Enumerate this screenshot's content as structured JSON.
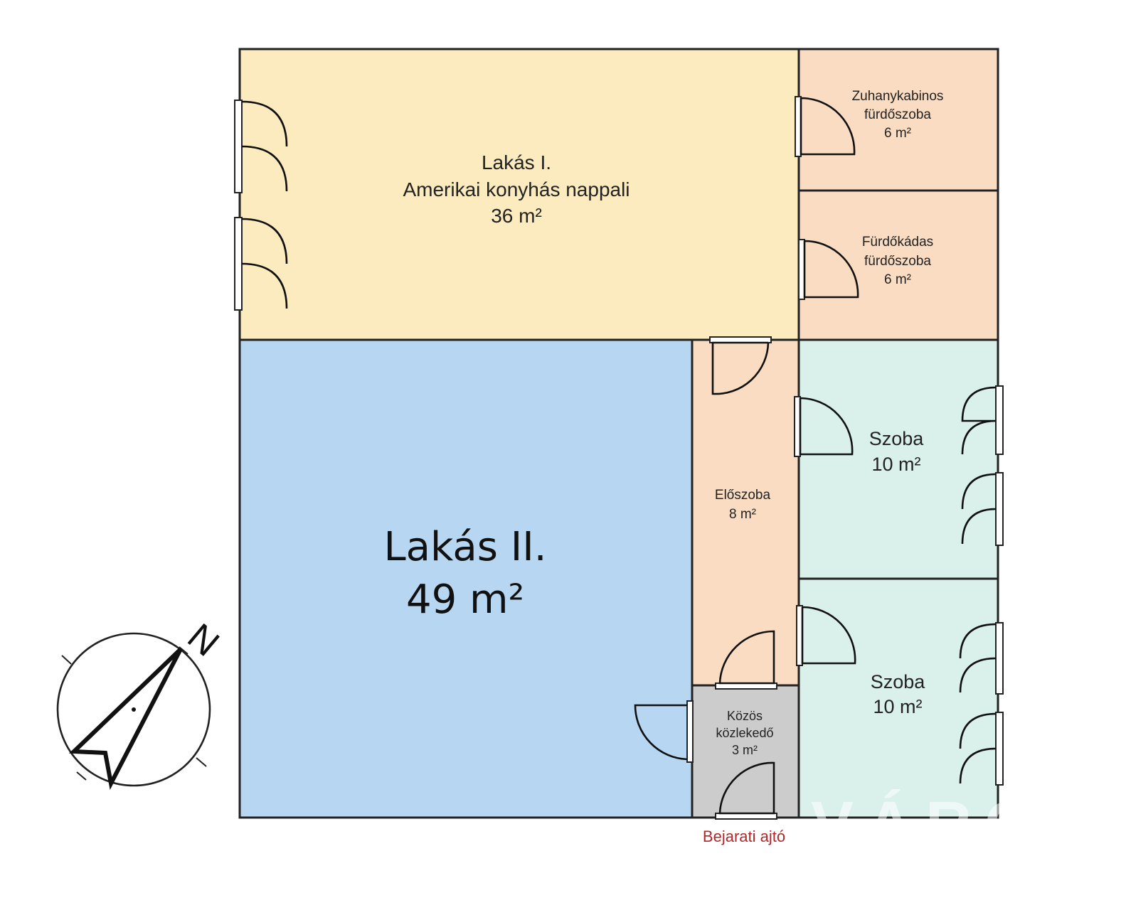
{
  "colors": {
    "living": "#fcebbf",
    "flat2": "#b6d6f1",
    "bath": "#f9dcc2",
    "hall": "#f9dcc2",
    "room": "#d9f0eb",
    "common": "#cccccc",
    "wall": "#222222",
    "entrance_label": "#b3262a"
  },
  "rooms": {
    "living": {
      "line1": "Lakás I.",
      "line2": "Amerikai konyhás nappali",
      "area": "36 m²"
    },
    "shower_bath": {
      "line1": "Zuhanykabinos",
      "line2": "fürdőszoba",
      "area": "6 m²"
    },
    "tub_bath": {
      "line1": "Fürdőkádas",
      "line2": "fürdőszoba",
      "area": "6 m²"
    },
    "flat2": {
      "name": "Lakás II.",
      "area": "49 m²"
    },
    "hall": {
      "name": "Előszoba",
      "area": "8 m²"
    },
    "room1": {
      "name": "Szoba",
      "area": "10 m²"
    },
    "room2": {
      "name": "Szoba",
      "area": "10 m²"
    },
    "common": {
      "line1": "Közös",
      "line2": "közlekedő",
      "area": "3 m²"
    }
  },
  "entrance": {
    "label": "Bejarati ajtó"
  },
  "compass": {
    "north_label": "N"
  },
  "watermark": {
    "text": "VÁRO"
  }
}
